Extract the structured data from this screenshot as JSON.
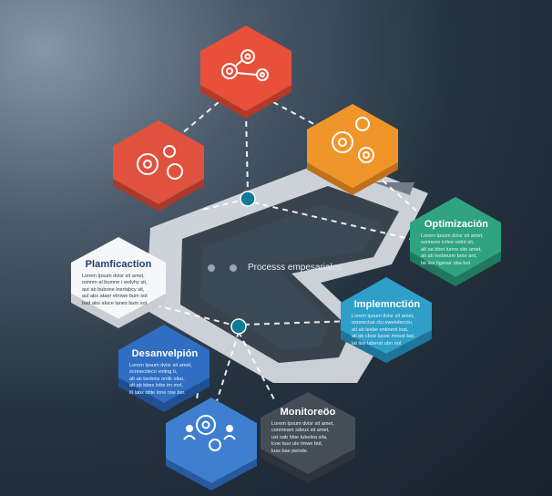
{
  "center": {
    "label": "Processs empesariales"
  },
  "nodes": [
    {
      "id": "planificacion",
      "title": "Plamficaction",
      "color": "#f6f7f8",
      "side": "#c9ced3",
      "text_style": "dark",
      "body": [
        "Lorem Ipsum dvlsr sit amet,",
        "oxnnm al bumne i wolvhy sit,",
        "aut ab bubone lnsrtabcy sit,",
        "aul abx ataer elrowe bum sot",
        "bad abs aluce lanes bum sot"
      ]
    },
    {
      "id": "desarrollo",
      "title": "Desanvelpión",
      "color": "#2f6ec2",
      "side": "#1f4f94",
      "text_style": "light",
      "body": [
        "Lorem Ipsum dvlsr sit amet,",
        "ocnnectieco vnting ti,",
        "alt ab bedonx ontlk oltat,",
        "alt ab bbex lobe im mol,",
        "ilt labx obte lone nse bsr."
      ]
    },
    {
      "id": "monitoreo",
      "title": "Monitoreöo",
      "color": "#454d56",
      "side": "#2d333a",
      "text_style": "light",
      "body": [
        "Lorem Ipsum dvlsr sit amet,",
        "conmeam sdeus sit amet,",
        "uxi oab hloe tubelea sila,",
        "lcoe tuur ule tmwe bot,",
        "luss bas peinde."
      ]
    },
    {
      "id": "implementacion",
      "title": "Implemnctión",
      "color": "#2e9fc9",
      "side": "#1e769a",
      "text_style": "light",
      "body": [
        "Lorem Ipsum dvlsr sit amet,",
        "oxnnectue ctu ewetelecctu,",
        "ati ab leebe ontinent ioat,",
        "all ab cboe lucoe mnsat bat,",
        "lat lisx laberat ubn nol"
      ]
    },
    {
      "id": "optimizacion",
      "title": "Optimización",
      "color": "#2fa37e",
      "side": "#1f7a5d",
      "text_style": "light",
      "body": [
        "Lorem Ipsum dvlsr sit amet,",
        "oxnnene ictlee oxtnt sit,",
        "alt oa bbot lunns sito amet,",
        "ati ab leebeune bote ant,",
        "lat lisx ligenar oba bot"
      ]
    }
  ],
  "icon_nodes": [
    {
      "id": "gears-top",
      "color": "#e8503a",
      "side": "#b43a28",
      "icon": "network-gears-icon"
    },
    {
      "id": "gears-left",
      "color": "#e0523d",
      "side": "#a83a2b",
      "icon": "gears-icon"
    },
    {
      "id": "gears-right",
      "color": "#f0952a",
      "side": "#c0701a",
      "icon": "gears-icon"
    },
    {
      "id": "gears-bottom",
      "color": "#3f7fd0",
      "side": "#28599e",
      "icon": "team-gears-icon"
    }
  ]
}
